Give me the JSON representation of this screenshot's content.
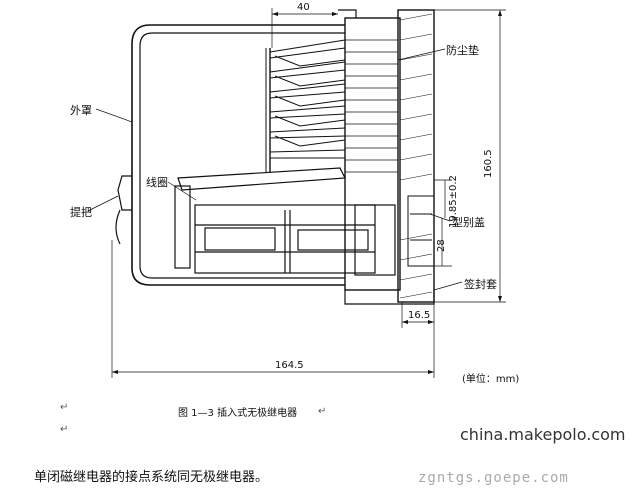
{
  "labels": {
    "outer_cover": "外罩",
    "handle": "提把",
    "coil": "线圈",
    "dust_pad": "防尘垫",
    "model_cover": "型别盖",
    "seal_sleeve": "签封套"
  },
  "dimensions": {
    "top_width": "40",
    "height_total": "160.5",
    "offset_a": "19.85±0.2",
    "offset_b": "28",
    "bottom_small": "16.5",
    "bottom_total": "164.5"
  },
  "unit_note": "(单位：mm)",
  "caption": "图 1—3  插入式无极继电器",
  "body_text": "单闭磁继电器的接点系统同无极继电器。",
  "paragraph_marks": [
    "↵",
    "↵",
    "↵"
  ],
  "watermarks": {
    "site1": "china.makepolo.com",
    "site2": "zgntgs.goepe.com"
  }
}
